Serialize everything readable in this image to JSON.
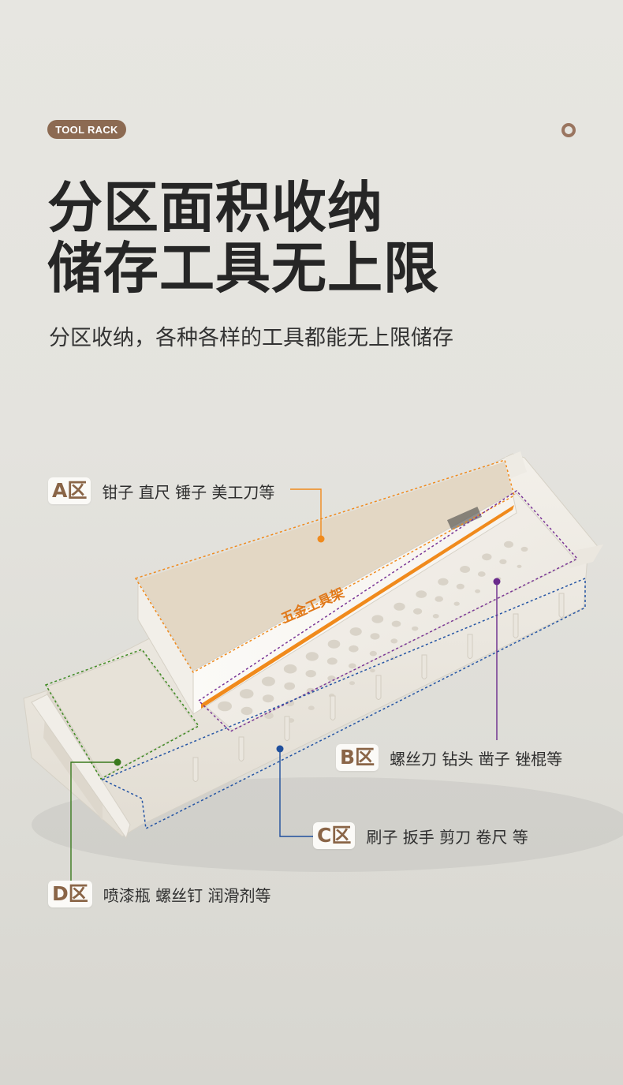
{
  "badge": "TOOL RACK",
  "headline": {
    "line1": "分区面积收纳",
    "line2": "储存工具无上限"
  },
  "subtitle": "分区收纳，各种各样的工具都能无上限储存",
  "product_label": {
    "brand": "五金工具架"
  },
  "zones": [
    {
      "tag": "A区",
      "desc": "钳子 直尺 锤子 美工刀等",
      "color": "#f08a1c"
    },
    {
      "tag": "B区",
      "desc": "螺丝刀 钻头 凿子 锉棍等",
      "color": "#6a2a8c"
    },
    {
      "tag": "C区",
      "desc": "刷子 扳手 剪刀 卷尺 等",
      "color": "#1f4f9c"
    },
    {
      "tag": "D区",
      "desc": "喷漆瓶 螺丝钉 润滑剂等",
      "color": "#3a7a1e"
    }
  ],
  "colors": {
    "accent": "#8c6a52",
    "rack": "#efebe3"
  }
}
